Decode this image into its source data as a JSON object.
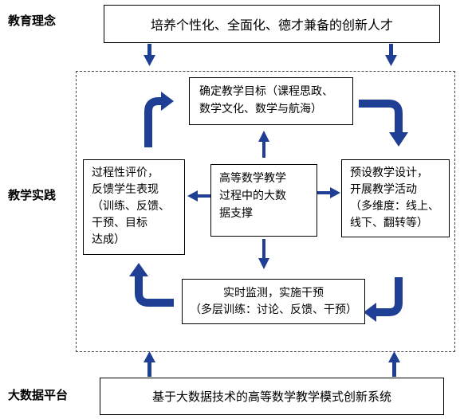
{
  "labels": {
    "philosophy": "教育理念",
    "practice": "教学实践",
    "platform": "大数据平台"
  },
  "top_box": {
    "text": "培养个性化、全面化、德才兼备的创新人才"
  },
  "goal_box": {
    "lines": [
      "确定教学目标（课程思政、",
      "数学文化、数学与航海）"
    ]
  },
  "center_box": {
    "lines": [
      "高等数学教学",
      "过程中的大数",
      "据支撑"
    ]
  },
  "left_box": {
    "lines": [
      "过程性评价，",
      "反馈学生表现",
      "（训练、反馈、",
      "干预、目标",
      "达成）"
    ]
  },
  "right_box": {
    "lines": [
      "预设教学设计，",
      "开展教学活动",
      "（多维度：线上、",
      "线下、翻转等）"
    ]
  },
  "monitor_box": {
    "lines": [
      "实时监测，实施干预",
      "（多层训练：讨论、反馈、干预）"
    ]
  },
  "bottom_box": {
    "text": "基于大数据技术的高等数学教学模式创新系统"
  },
  "colors": {
    "arrow_blue": "#1f3f95",
    "border": "#000000"
  }
}
